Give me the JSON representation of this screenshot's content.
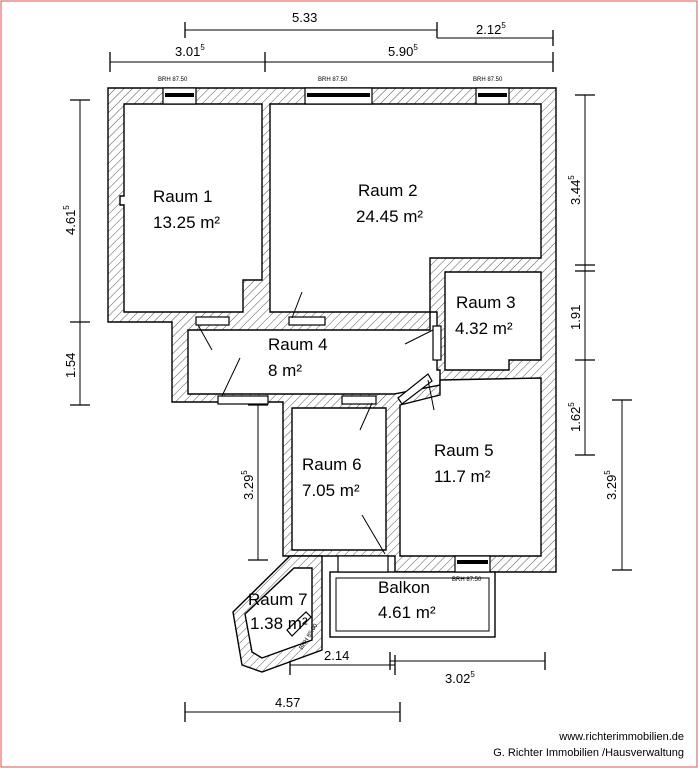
{
  "dimensions": {
    "top_total": "5.33",
    "top_right": "2.12",
    "top_right_sup": "5",
    "top_left": "3.01",
    "top_left_sup": "5",
    "top_mid": "5.90",
    "top_mid_sup": "5",
    "left_upper": "4.61",
    "left_upper_sup": "5",
    "left_lower": "1.54",
    "right_1": "3.44",
    "right_1_sup": "5",
    "right_2": "1.91",
    "right_3": "1.62",
    "right_3_sup": "5",
    "right_4": "3.29",
    "right_4_sup": "5",
    "inner_left": "3.29",
    "inner_left_sup": "5",
    "bottom_1": "2.14",
    "bottom_2": "3.02",
    "bottom_2_sup": "5",
    "bottom_total": "4.57"
  },
  "rooms": {
    "raum1": {
      "name": "Raum 1",
      "area": "13.25 m²"
    },
    "raum2": {
      "name": "Raum 2",
      "area": "24.45 m²"
    },
    "raum3": {
      "name": "Raum 3",
      "area": "4.32 m²"
    },
    "raum4": {
      "name": "Raum 4",
      "area": "8 m²"
    },
    "raum5": {
      "name": "Raum 5",
      "area": "11.7 m²"
    },
    "raum6": {
      "name": "Raum 6",
      "area": "7.05 m²"
    },
    "raum7": {
      "name": "Raum 7",
      "area": "1.38 m²"
    },
    "balkon": {
      "name": "Balkon",
      "area": "4.61 m²"
    }
  },
  "windows": {
    "w1": "BRH 87.50",
    "w2": "BRH 87.50",
    "w3": "BRH 87.50",
    "w4": "BRH 87.50",
    "w5": "BRH 85.00"
  },
  "credits": {
    "website": "www.richterimmobilien.de",
    "company": "G. Richter Immobilien /Hausverwaltung"
  }
}
